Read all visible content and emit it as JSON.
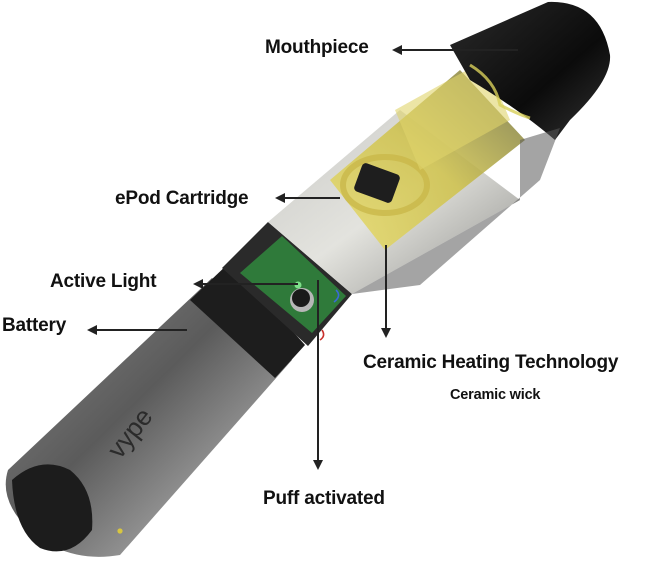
{
  "diagram": {
    "subject": "Vype ePen e-cigarette cutaway",
    "brand_mark": "vype",
    "labels": {
      "mouthpiece": "Mouthpiece",
      "epod_cartridge": "ePod Cartridge",
      "active_light": "Active Light",
      "battery": "Battery",
      "ceramic_heating": "Ceramic Heating Technology",
      "ceramic_wick": "Ceramic wick",
      "puff_activated": "Puff activated"
    },
    "colors": {
      "body_gray": "#6f6f6f",
      "body_dark": "#3a3a3a",
      "mouthpiece_black": "#111111",
      "liquid_yellow": "#d8cf5a",
      "pcb_green": "#2f7a3a",
      "led_green": "#7ee08a",
      "arrow": "#222222"
    }
  }
}
